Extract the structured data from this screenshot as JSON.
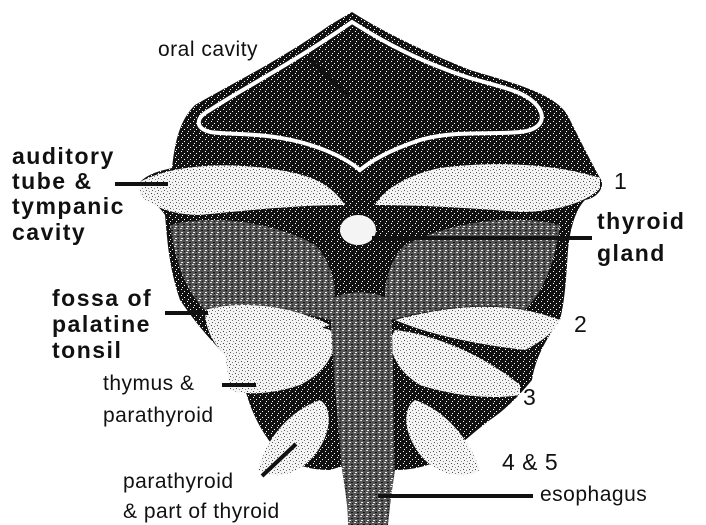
{
  "labels": {
    "oral_cavity": "oral cavity",
    "auditory_tube": [
      "auditory",
      "tube &",
      "tympanic",
      "cavity"
    ],
    "thyroid_gland": [
      "thyroid",
      "gland"
    ],
    "fossa_palatine": [
      "fossa of",
      "palatine",
      "tonsil"
    ],
    "thymus": [
      "thymus &",
      "parathyroid"
    ],
    "parathyroid_part": [
      "parathyroid",
      "& part of thyroid"
    ],
    "esophagus": "esophagus",
    "pouch_numbers": [
      "1",
      "2",
      "3",
      "4 & 5"
    ]
  },
  "colors": {
    "ink": "#111111",
    "light_tissue": "#f4f4f4",
    "background": "#ffffff"
  }
}
